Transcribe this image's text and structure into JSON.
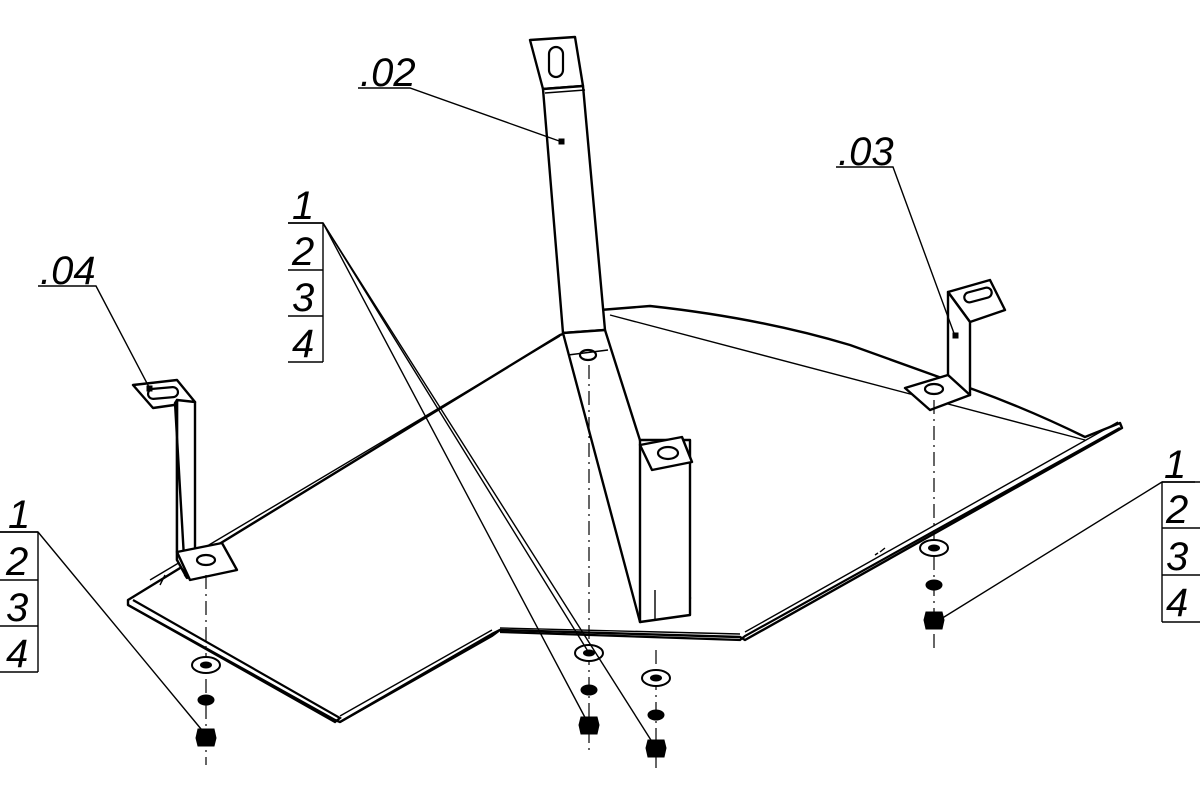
{
  "callouts": {
    "part_02": ".02",
    "part_03": ".03",
    "part_04": ".04"
  },
  "fastener_stacks": {
    "center": [
      "1",
      "2",
      "3",
      "4"
    ],
    "left": [
      "1",
      "2",
      "3",
      "4"
    ],
    "right": [
      "1",
      "2",
      "3",
      "4"
    ]
  }
}
